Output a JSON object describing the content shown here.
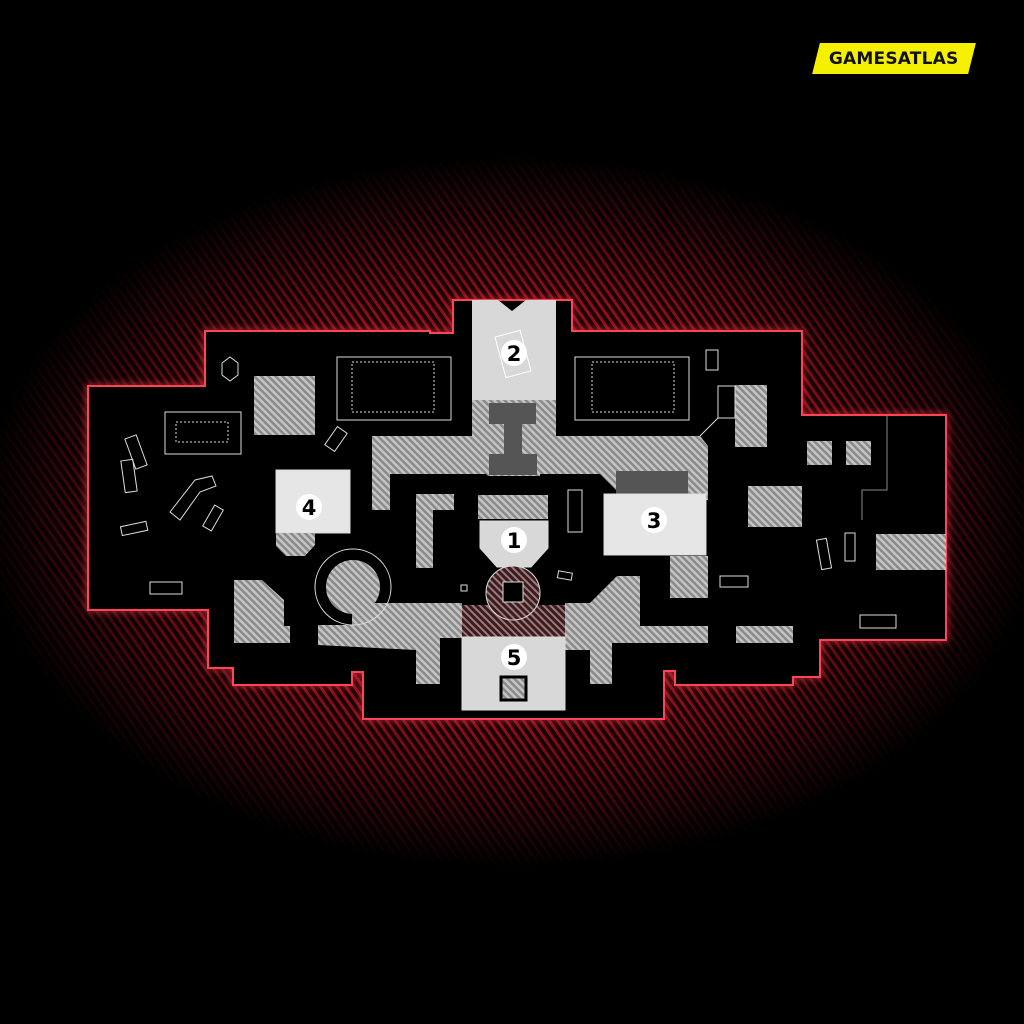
{
  "brand": {
    "logo_text": "GAMESATLAS",
    "logo_color": "#f5f000"
  },
  "map": {
    "objective_markers": [
      {
        "label": "1"
      },
      {
        "label": "2"
      },
      {
        "label": "3"
      },
      {
        "label": "4"
      },
      {
        "label": "5"
      }
    ],
    "colors": {
      "boundary": "#ff3344",
      "glow": "#c0001a",
      "hatch": "#b8b8b8",
      "zone_light": "#d8d8d8",
      "zone_dark": "#555555"
    }
  }
}
